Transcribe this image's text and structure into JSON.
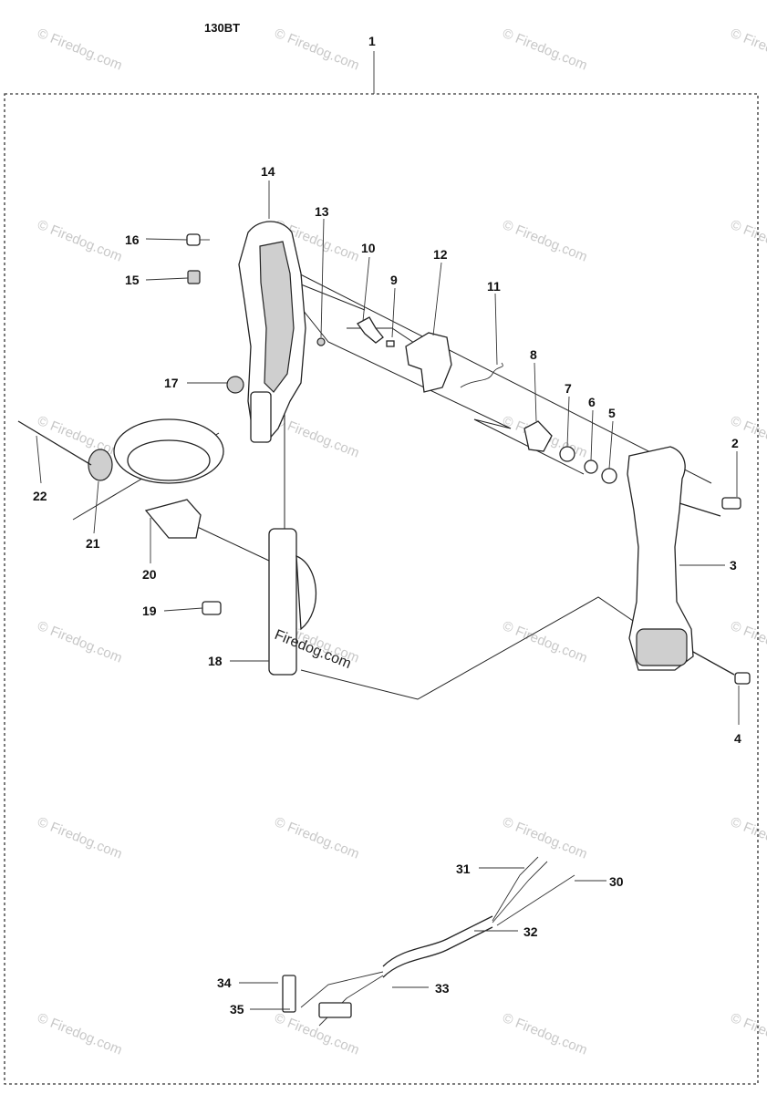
{
  "model_label": "130BT",
  "watermark_text": "Firedog.com",
  "callouts": [
    {
      "id": "1",
      "label": "1"
    },
    {
      "id": "2",
      "label": "2"
    },
    {
      "id": "3",
      "label": "3"
    },
    {
      "id": "4",
      "label": "4"
    },
    {
      "id": "5",
      "label": "5"
    },
    {
      "id": "6",
      "label": "6"
    },
    {
      "id": "7",
      "label": "7"
    },
    {
      "id": "8",
      "label": "8"
    },
    {
      "id": "9",
      "label": "9"
    },
    {
      "id": "10",
      "label": "10"
    },
    {
      "id": "11",
      "label": "11"
    },
    {
      "id": "12",
      "label": "12"
    },
    {
      "id": "13",
      "label": "13"
    },
    {
      "id": "14",
      "label": "14"
    },
    {
      "id": "15",
      "label": "15"
    },
    {
      "id": "16",
      "label": "16"
    },
    {
      "id": "17",
      "label": "17"
    },
    {
      "id": "18",
      "label": "18"
    },
    {
      "id": "19",
      "label": "19"
    },
    {
      "id": "20",
      "label": "20"
    },
    {
      "id": "21",
      "label": "21"
    },
    {
      "id": "22",
      "label": "22"
    },
    {
      "id": "30",
      "label": "30"
    },
    {
      "id": "31",
      "label": "31"
    },
    {
      "id": "32",
      "label": "32"
    },
    {
      "id": "33",
      "label": "33"
    },
    {
      "id": "34",
      "label": "34"
    },
    {
      "id": "35",
      "label": "35"
    }
  ]
}
